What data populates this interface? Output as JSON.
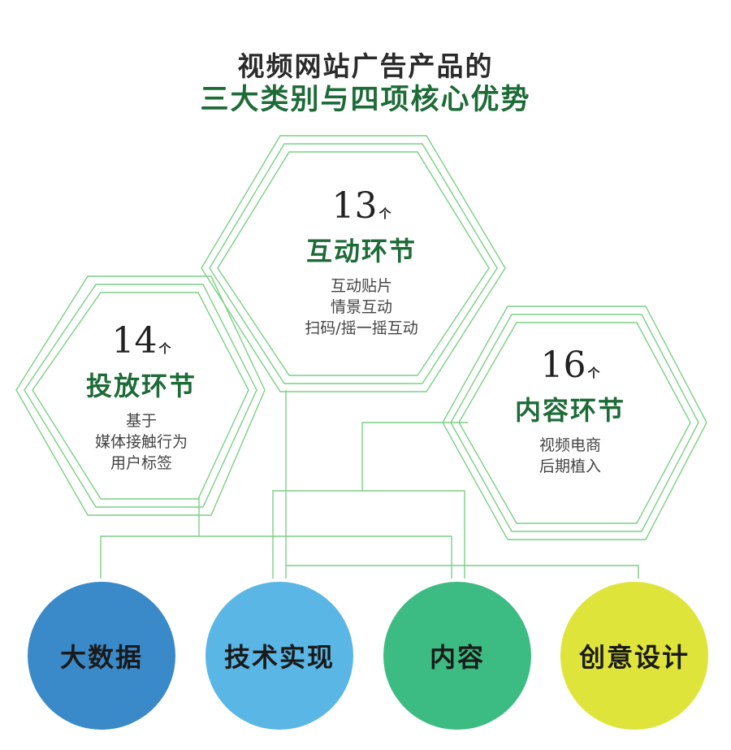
{
  "title": {
    "line1": "视频网站广告产品的",
    "line2": "三大类别与四项核心优势"
  },
  "hexagons": {
    "placement": {
      "count": "14",
      "unit": "个",
      "name": "投放环节",
      "lines": [
        "基于",
        "媒体接触行为",
        "用户标签"
      ]
    },
    "interaction": {
      "count": "13",
      "unit": "个",
      "name": "互动环节",
      "lines": [
        "互动贴片",
        "情景互动",
        "扫码/摇一摇互动"
      ]
    },
    "content": {
      "count": "16",
      "unit": "个",
      "name": "内容环节",
      "lines": [
        "视频电商",
        "后期植入"
      ]
    }
  },
  "advantages": [
    {
      "label": "大数据",
      "color": "#3a8ac9"
    },
    {
      "label": "技术实现",
      "color": "#5ab6e4"
    },
    {
      "label": "内容",
      "color": "#3cbc82"
    },
    {
      "label": "创意设计",
      "color": "#dfe43a"
    }
  ],
  "colors": {
    "line": "#7ccf86",
    "accent": "#1d6b37"
  }
}
